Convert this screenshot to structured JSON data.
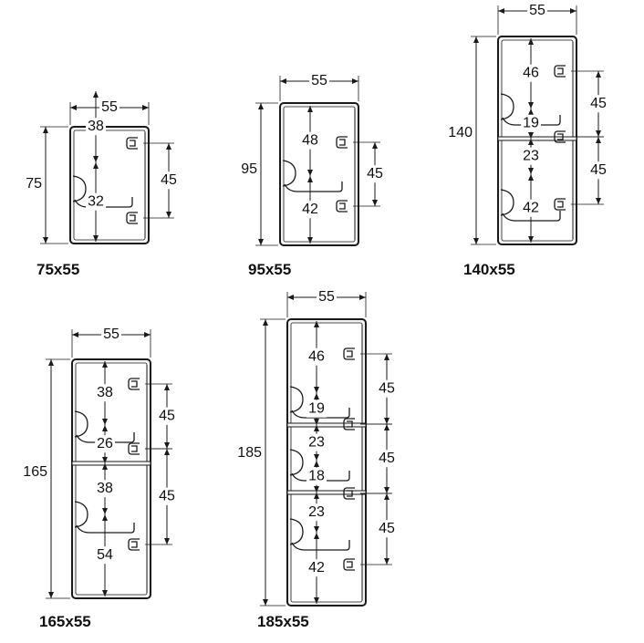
{
  "profiles": [
    {
      "name": "75x55",
      "width": "55",
      "height": "75",
      "inner": [
        "38",
        "32"
      ],
      "clip": [
        "45"
      ]
    },
    {
      "name": "95x55",
      "width": "55",
      "height": "95",
      "inner": [
        "48",
        "42"
      ],
      "clip": [
        "45"
      ]
    },
    {
      "name": "140x55",
      "width": "55",
      "height": "140",
      "inner": [
        "46",
        "19",
        "23",
        "42"
      ],
      "clip": [
        "45",
        "45"
      ]
    },
    {
      "name": "165x55",
      "width": "55",
      "height": "165",
      "inner": [
        "38",
        "26",
        "38",
        "54"
      ],
      "clip": [
        "45",
        "45"
      ]
    },
    {
      "name": "185x55",
      "width": "55",
      "height": "185",
      "inner": [
        "46",
        "19",
        "23",
        "18",
        "23",
        "42"
      ],
      "clip": [
        "45",
        "45",
        "45"
      ]
    }
  ],
  "colors": {
    "line": "#1a1a1a",
    "fill": "#ffffff",
    "body": "#f4f4f4"
  }
}
